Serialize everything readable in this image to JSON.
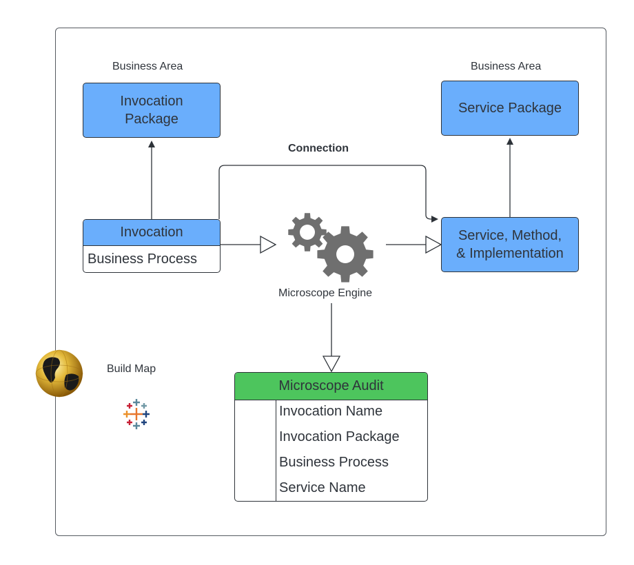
{
  "diagram": {
    "left_area_label": "Business Area",
    "right_area_label": "Business Area",
    "invocation_package": {
      "line1": "Invocation",
      "line2": "Package"
    },
    "service_package": "Service Package",
    "connection_label": "Connection",
    "invocation": {
      "title": "Invocation",
      "subtitle": "Business Process"
    },
    "service": {
      "line1": "Service, Method,",
      "line2": "& Implementation"
    },
    "engine_label": "Microscope Engine",
    "build_map_label": "Build Map",
    "audit": {
      "title": "Microscope Audit",
      "rows": [
        "Invocation Name",
        "Invocation Package",
        "Business Process",
        "Service Name"
      ]
    }
  },
  "colors": {
    "blue_box": "#6aaefc",
    "green_header": "#4dc55d",
    "gear": "#6f6f6f"
  },
  "icons": [
    "gears-icon",
    "globe-icon",
    "tableau-icon"
  ]
}
